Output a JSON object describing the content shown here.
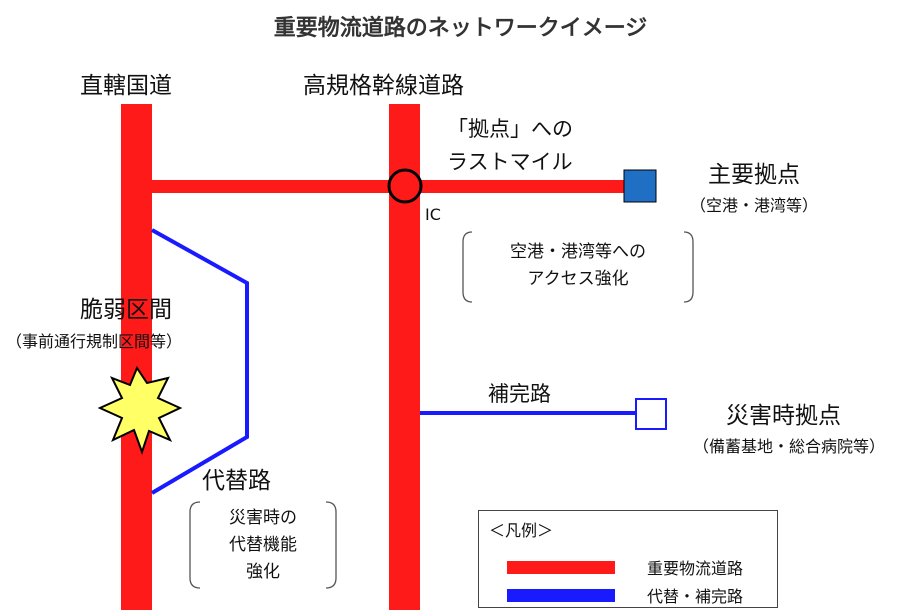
{
  "title": "重要物流道路のネットワークイメージ",
  "roads": {
    "direct_national": "直轄国道",
    "expressway": "高規格幹線道路"
  },
  "last_mile": {
    "line1": "「拠点」への",
    "line2": "ラストマイル"
  },
  "ic_label": "IC",
  "major_base": {
    "name": "主要拠点",
    "detail": "（空港・港湾等）"
  },
  "access_note": {
    "line1": "空港・港湾等への",
    "line2": "アクセス強化"
  },
  "fragile_section": {
    "name": "脆弱区間",
    "detail": "（事前通行規制区間等）"
  },
  "supplementary_road": "補完路",
  "disaster_base": {
    "name": "災害時拠点",
    "detail": "（備蓄基地・総合病院等）"
  },
  "alternative_road": "代替路",
  "alt_note": {
    "line1": "災害時の",
    "line2": "代替機能",
    "line3": "強化"
  },
  "legend": {
    "title": "＜凡例＞",
    "items": [
      {
        "label": "重要物流道路",
        "color": "#ff1a1a"
      },
      {
        "label": "代替・補完路",
        "color": "#1a1aff"
      }
    ]
  },
  "colors": {
    "important_road": "#ff1a1a",
    "alt_road": "#1a1aff",
    "major_base_fill": "#1f6fc5",
    "burst_fill": "#ffff66"
  }
}
